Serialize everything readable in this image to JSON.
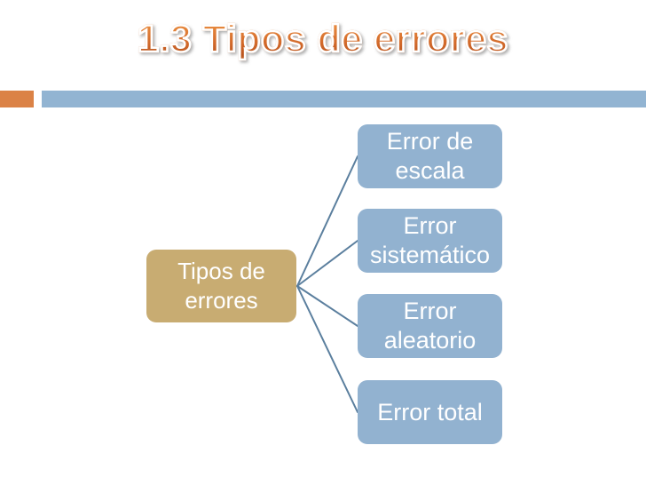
{
  "slide": {
    "title": "1.3 Tipos de errores",
    "background_color": "#ffffff",
    "title_gradient_top": "#f0a055",
    "title_gradient_bottom": "#b9551f",
    "title_outline_color": "#ffffff"
  },
  "divider": {
    "accent_color": "#db8246",
    "bar_color": "#92b4d2"
  },
  "diagram": {
    "type": "radial-hierarchy",
    "connector_color": "#5b7f9e",
    "root": {
      "label": "Tipos de\nerrores",
      "fill_color": "#c8ac72",
      "text_color": "#ffffff"
    },
    "leaves": [
      {
        "label": "Error de\nescala",
        "fill_color": "#92b2d0",
        "text_color": "#ffffff"
      },
      {
        "label": "Error\nsistemático",
        "fill_color": "#92b2d0",
        "text_color": "#ffffff"
      },
      {
        "label": "Error\naleatorio",
        "fill_color": "#92b2d0",
        "text_color": "#ffffff"
      },
      {
        "label": "Error total",
        "fill_color": "#92b2d0",
        "text_color": "#ffffff"
      }
    ]
  }
}
